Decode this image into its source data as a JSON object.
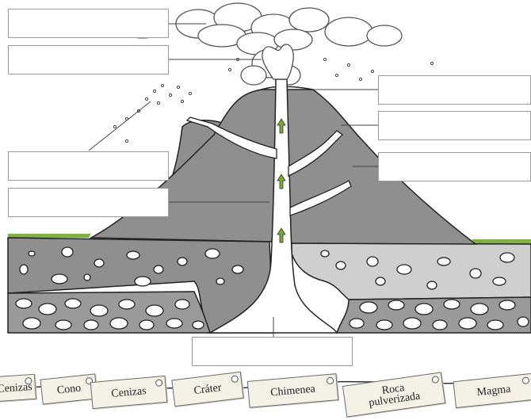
{
  "diagram": {
    "label_boxes": [
      {
        "id": "box-top-left-1",
        "value": ""
      },
      {
        "id": "box-top-left-2",
        "value": ""
      },
      {
        "id": "box-right-1",
        "value": ""
      },
      {
        "id": "box-right-2",
        "value": ""
      },
      {
        "id": "box-right-3",
        "value": ""
      },
      {
        "id": "box-left-3",
        "value": ""
      },
      {
        "id": "box-left-4",
        "value": ""
      },
      {
        "id": "box-bottom",
        "value": ""
      }
    ],
    "colors": {
      "cone": "#8f8f8f",
      "ground_dark": "#8f8f8f",
      "ground_light": "#cfcfcf",
      "grass": "#7fb241",
      "arrow": "#7aa833",
      "outline": "#222222"
    }
  },
  "word_bank": {
    "tags": [
      "Cenizas",
      "Cono",
      "Cenizas",
      "Cráter",
      "Chimenea",
      "Roca pulverizada",
      "Magma"
    ]
  }
}
